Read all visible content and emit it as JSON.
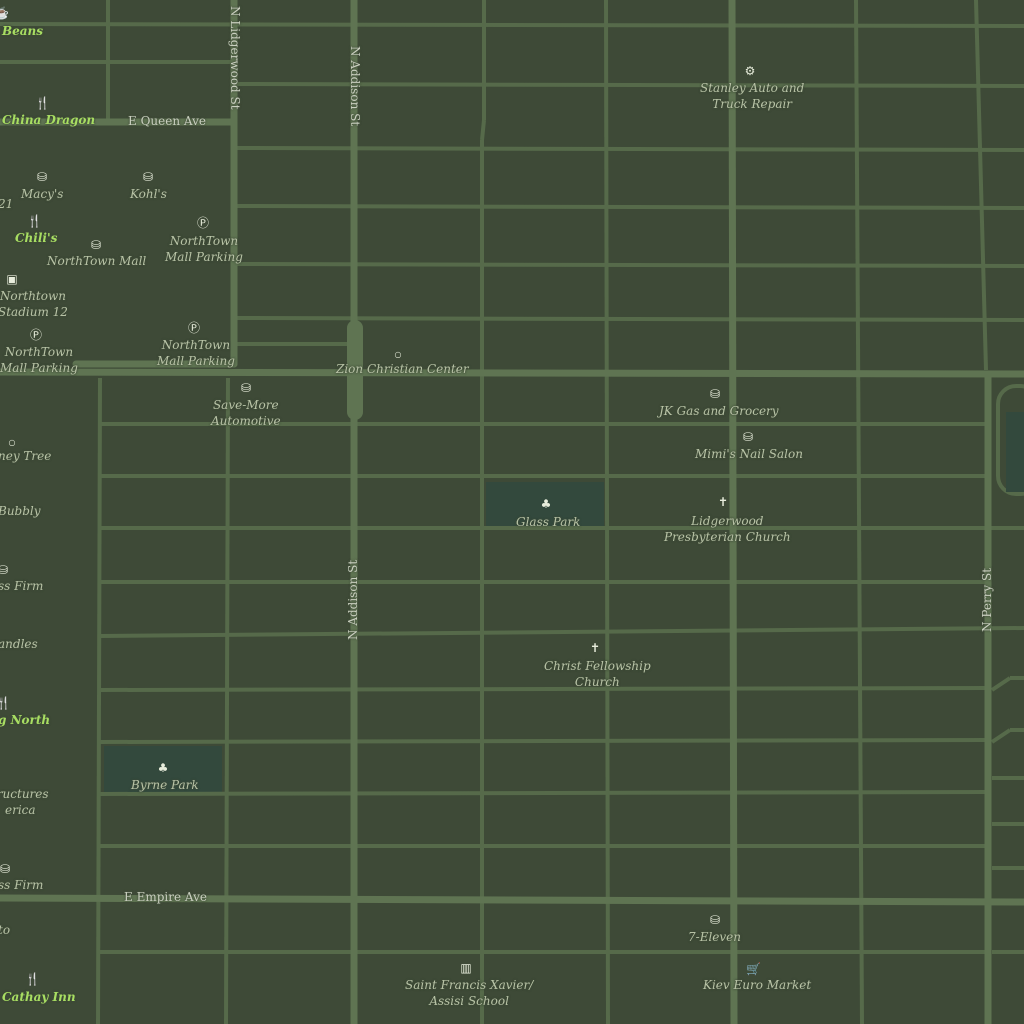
{
  "colors": {
    "background": "#3e4a37",
    "road": "#566a4a",
    "major_road": "#5f7452",
    "park": "#33493d",
    "poi_label": "#b8c3a6",
    "food_label": "#a8de62"
  },
  "streets": {
    "e_queen_ave": "E Queen Ave",
    "e_empire_ave": "E Empire Ave",
    "n_lidgerwood_st": "N Lidgerwood St",
    "n_addison_st_top": "N Addison St",
    "n_addison_st_mid": "N Addison St",
    "n_perry_st": "N Perry St"
  },
  "pois": {
    "beans": {
      "name": "Beans",
      "icon": "cafe-icon"
    },
    "china_dragon": {
      "name": "China Dragon",
      "icon": "restaurant-icon"
    },
    "macys": {
      "name": "Macy's",
      "icon": "shopping-bag-icon"
    },
    "kohls": {
      "name": "Kohl's",
      "icon": "shopping-bag-icon"
    },
    "chilis": {
      "name": "Chili's",
      "icon": "restaurant-icon"
    },
    "northtown_mall": {
      "name": "NorthTown Mall",
      "icon": "shopping-bag-icon"
    },
    "northtown_mall_parking_1": {
      "name": "NorthTown\nMall Parking",
      "icon": "parking-icon"
    },
    "northtown_stadium": {
      "name": "Northtown\nStadium 12",
      "icon": "cinema-icon"
    },
    "northtown_mall_parking_2": {
      "name": "NorthTown\nMall Parking",
      "icon": "parking-icon"
    },
    "northtown_mall_parking_3": {
      "name": "NorthTown\nMall Parking",
      "icon": "parking-icon"
    },
    "save_more": {
      "name": "Save-More\nAutomotive",
      "icon": "shopping-bag-icon"
    },
    "zion": {
      "name": "Zion Christian Center",
      "icon": "dot-icon"
    },
    "stanley_auto": {
      "name": "Stanley Auto and\nTruck Repair",
      "icon": "car-repair-icon"
    },
    "jk_gas": {
      "name": "JK Gas and Grocery",
      "icon": "basket-icon"
    },
    "mimis": {
      "name": "Mimi's Nail Salon",
      "icon": "shopping-bag-icon"
    },
    "glass_park": {
      "name": "Glass Park",
      "icon": "tree-icon"
    },
    "lidgerwood_church": {
      "name": "Lidgerwood\nPresbyterian Church",
      "icon": "cross-icon"
    },
    "christ_fellowship": {
      "name": "Christ Fellowship\nChurch",
      "icon": "cross-icon"
    },
    "byrne_park": {
      "name": "Byrne Park",
      "icon": "tree-icon"
    },
    "seven_eleven": {
      "name": "7-Eleven",
      "icon": "basket-icon"
    },
    "kiev_euro": {
      "name": "Kiev Euro Market",
      "icon": "cart-icon"
    },
    "saint_francis": {
      "name": "Saint Francis Xavier/\nAssisi School",
      "icon": "school-icon"
    },
    "cathay_inn": {
      "name": "Cathay Inn",
      "icon": "restaurant-icon"
    },
    "honey_tree": {
      "name": "ney Tree",
      "icon": "dot-icon"
    },
    "bubbly": {
      "name": "Bubbly",
      "icon": "dot-icon"
    },
    "firm_1": {
      "name": "ss Firm",
      "icon": "shopping-bag-icon"
    },
    "candles": {
      "name": "andles",
      "icon": "dot-icon"
    },
    "g_north": {
      "name": "g North",
      "icon": "restaurant-icon"
    },
    "structures": {
      "name": "tructures\nerica",
      "icon": "dot-icon"
    },
    "firm_2": {
      "name": "ss Firm",
      "icon": "shopping-bag-icon"
    },
    "to": {
      "name": "to",
      "icon": "dot-icon"
    },
    "frag_21": {
      "name": "21",
      "icon": ""
    }
  }
}
